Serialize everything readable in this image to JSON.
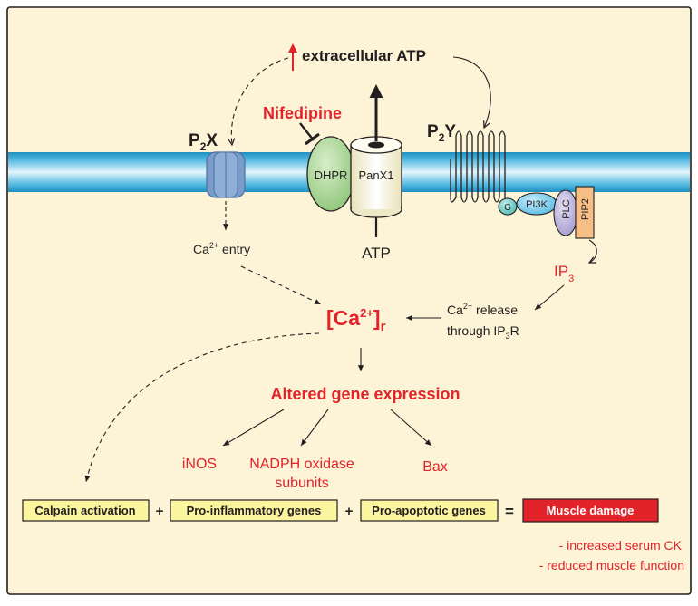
{
  "colors": {
    "background": "#fdf3d6",
    "membrane": "#2a9fd0",
    "membrane_light": "#d9f1fb",
    "red": "#e2232a",
    "yellow_box": "#fbf5a0",
    "dhpr_green": "#b6dca3",
    "pi3k_blue": "#8fd3f0",
    "plc_purple": "#c6bfe0",
    "pip2_orange": "#f7be86",
    "g_teal": "#7fd1cc",
    "p2x_blue": "#7a9cc9"
  },
  "labels": {
    "extracellular_atp": "extracellular ATP",
    "nifedipine": "Nifedipine",
    "p2x_p": "P",
    "p2x_sub": "2",
    "p2x_x": "X",
    "p2y_p": "P",
    "p2y_sub": "2",
    "p2y_y": "Y",
    "dhpr": "DHPR",
    "panx1": "PanX1",
    "atp": "ATP",
    "g": "G",
    "pi3k": "PI3K",
    "plc": "PLC",
    "pip2": "PIP2",
    "ip3_main": "IP",
    "ip3_sub": "3",
    "ca_entry_ca": "Ca",
    "ca_entry_sup": "2+",
    "ca_entry_rest": " entry",
    "ca_release_line1_ca": "Ca",
    "ca_release_line1_sup": "2+",
    "ca_release_line1_rest": " release",
    "ca_release_line2_a": "through IP",
    "ca_release_line2_sub": "3",
    "ca_release_line2_b": "R",
    "ca_r_open": "[Ca",
    "ca_r_sup": "2+",
    "ca_r_close": "]",
    "ca_r_sub": "r",
    "altered_gene_expression": "Altered gene expression",
    "inos": "iNOS",
    "nadph_line1": "NADPH oxidase",
    "nadph_line2": "subunits",
    "bax": "Bax",
    "calpain_activation": "Calpain activation",
    "plus1": "+",
    "pro_inflammatory_genes": "Pro-inflammatory genes",
    "plus2": "+",
    "pro_apoptotic_genes": "Pro-apoptotic genes",
    "equals": "=",
    "muscle_damage": "Muscle damage",
    "increased_serum_ck": "- increased serum CK",
    "reduced_muscle_function": "- reduced muscle function"
  }
}
